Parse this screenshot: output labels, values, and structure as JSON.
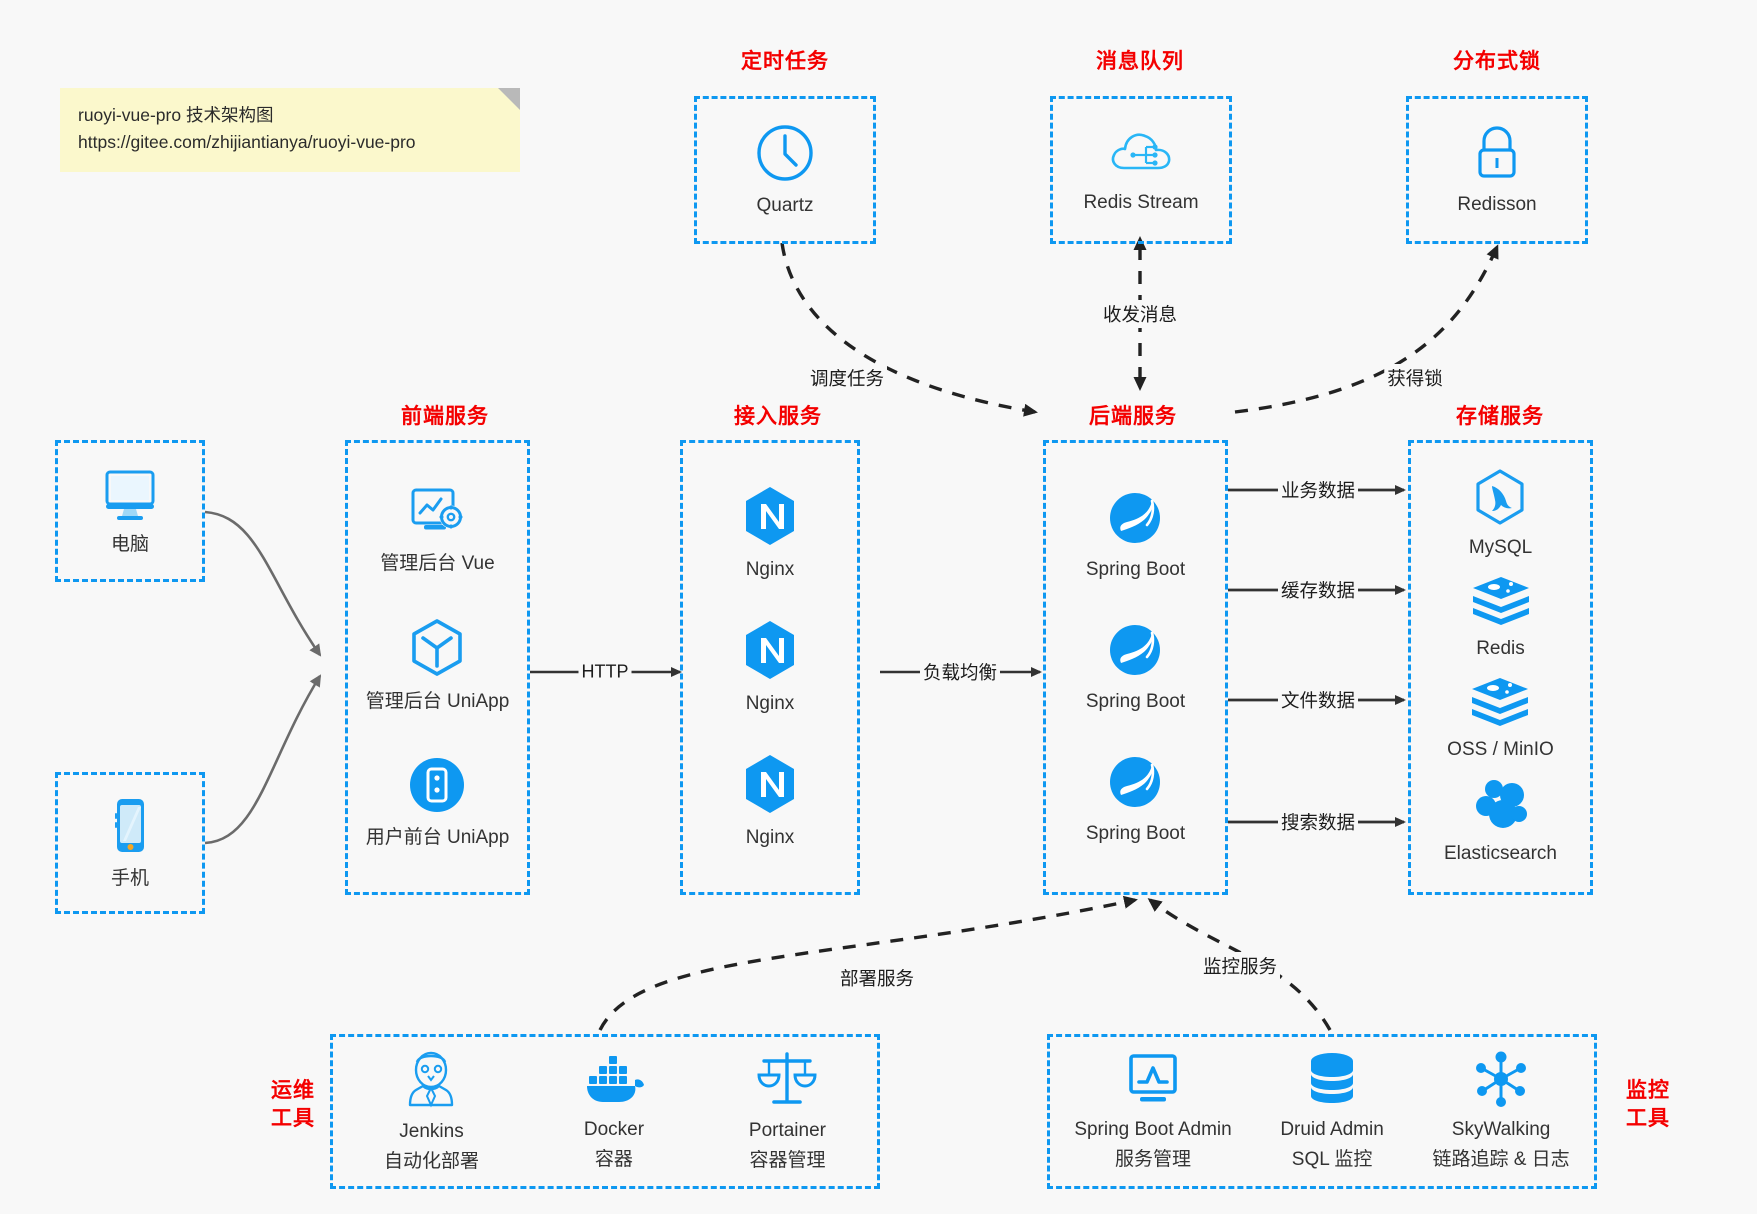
{
  "meta": {
    "background": "#f8f8f8",
    "accent_blue": "#0e98f1",
    "title_red": "#f40000",
    "note_yellow": "#fbf8cc"
  },
  "note": {
    "line1": "ruoyi-vue-pro 技术架构图",
    "line2": "https://gitee.com/zhijiantianya/ruoyi-vue-pro"
  },
  "groups": {
    "scheduled_task": {
      "title": "定时任务"
    },
    "message_queue": {
      "title": "消息队列"
    },
    "distributed_lock": {
      "title": "分布式锁"
    },
    "frontend": {
      "title": "前端服务"
    },
    "gateway": {
      "title": "接入服务"
    },
    "backend": {
      "title": "后端服务"
    },
    "storage": {
      "title": "存储服务"
    },
    "devops": {
      "title": "运维\n工具",
      "line1": "运维",
      "line2": "工具"
    },
    "monitor": {
      "title": "监控\n工具",
      "line1": "监控",
      "line2": "工具"
    }
  },
  "nodes": {
    "quartz": {
      "label": "Quartz",
      "icon": "clock-icon"
    },
    "redis_stream": {
      "label": "Redis Stream",
      "icon": "cloud-stream-icon"
    },
    "redisson": {
      "label": "Redisson",
      "icon": "lock-icon"
    },
    "computer": {
      "label": "电脑",
      "icon": "desktop-icon"
    },
    "phone": {
      "label": "手机",
      "icon": "mobile-icon"
    },
    "admin_vue": {
      "label": "管理后台 Vue",
      "icon": "dashboard-gear-icon"
    },
    "admin_uniapp": {
      "label": "管理后台 UniApp",
      "icon": "cube-icon"
    },
    "user_uniapp": {
      "label": "用户前台 UniApp",
      "icon": "app-circle-icon"
    },
    "nginx1": {
      "label": "Nginx",
      "icon": "nginx-icon"
    },
    "nginx2": {
      "label": "Nginx",
      "icon": "nginx-icon"
    },
    "nginx3": {
      "label": "Nginx",
      "icon": "nginx-icon"
    },
    "springboot1": {
      "label": "Spring Boot",
      "icon": "spring-leaf-icon"
    },
    "springboot2": {
      "label": "Spring Boot",
      "icon": "spring-leaf-icon"
    },
    "springboot3": {
      "label": "Spring Boot",
      "icon": "spring-leaf-icon"
    },
    "mysql": {
      "label": "MySQL",
      "icon": "mysql-dolphin-icon"
    },
    "redis": {
      "label": "Redis",
      "icon": "redis-stack-icon"
    },
    "oss_minio": {
      "label": "OSS / MinIO",
      "icon": "redis-stack-icon"
    },
    "elasticsearch": {
      "label": "Elasticsearch",
      "icon": "elasticsearch-icon"
    },
    "jenkins": {
      "label": "Jenkins",
      "sublabel": "自动化部署",
      "icon": "jenkins-butler-icon"
    },
    "docker": {
      "label": "Docker",
      "sublabel": "容器",
      "icon": "docker-whale-icon"
    },
    "portainer": {
      "label": "Portainer",
      "sublabel": "容器管理",
      "icon": "scales-icon"
    },
    "spring_boot_admin": {
      "label": "Spring Boot Admin",
      "sublabel": "服务管理",
      "icon": "monitor-chart-icon"
    },
    "druid_admin": {
      "label": "Druid Admin",
      "sublabel": "SQL 监控",
      "icon": "database-icon"
    },
    "skywalking": {
      "label": "SkyWalking",
      "sublabel": "链路追踪 & 日志",
      "icon": "skywalking-node-icon"
    }
  },
  "edges": [
    {
      "id": "e-http",
      "label": "HTTP",
      "from": "frontend",
      "to": "gateway",
      "style": "solid"
    },
    {
      "id": "e-lb",
      "label": "负载均衡",
      "from": "gateway",
      "to": "backend",
      "style": "solid"
    },
    {
      "id": "e-schedule",
      "label": "调度任务",
      "from": "quartz",
      "to": "backend",
      "style": "dashed"
    },
    {
      "id": "e-mq",
      "label": "收发消息",
      "from": "backend",
      "to": "redis_stream",
      "style": "dashed",
      "bidirectional": true
    },
    {
      "id": "e-lock",
      "label": "获得锁",
      "from": "backend",
      "to": "redisson",
      "style": "dashed"
    },
    {
      "id": "e-biz",
      "label": "业务数据",
      "from": "backend",
      "to": "mysql",
      "style": "solid"
    },
    {
      "id": "e-cache",
      "label": "缓存数据",
      "from": "backend",
      "to": "redis",
      "style": "solid"
    },
    {
      "id": "e-file",
      "label": "文件数据",
      "from": "backend",
      "to": "oss_minio",
      "style": "solid"
    },
    {
      "id": "e-search",
      "label": "搜索数据",
      "from": "backend",
      "to": "elasticsearch",
      "style": "solid"
    },
    {
      "id": "e-deploy",
      "label": "部署服务",
      "from": "devops",
      "to": "backend",
      "style": "dashed"
    },
    {
      "id": "e-monitor",
      "label": "监控服务",
      "from": "monitor",
      "to": "backend",
      "style": "dashed"
    }
  ]
}
